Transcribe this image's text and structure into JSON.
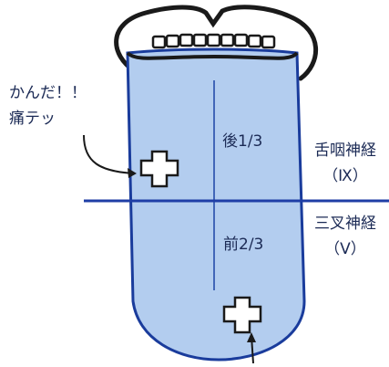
{
  "annotation": {
    "line1": "かんだ！！",
    "line2": "痛テッ"
  },
  "regions": {
    "posterior": "後1/3",
    "anterior": "前2/3"
  },
  "nerves": {
    "posterior": {
      "name": "舌咽神経",
      "numeral": "（Ⅸ）"
    },
    "anterior": {
      "name": "三叉神経",
      "numeral": "（Ⅴ）"
    }
  },
  "colors": {
    "tongue_fill": "#b3cdef",
    "outline": "#1a3c9c",
    "divider": "#1f3ea6",
    "midline": "#4266b8",
    "text": "#1b2a55"
  },
  "icons": [
    "mouth-outline",
    "teeth",
    "cross-marker",
    "pointer-arrow"
  ]
}
